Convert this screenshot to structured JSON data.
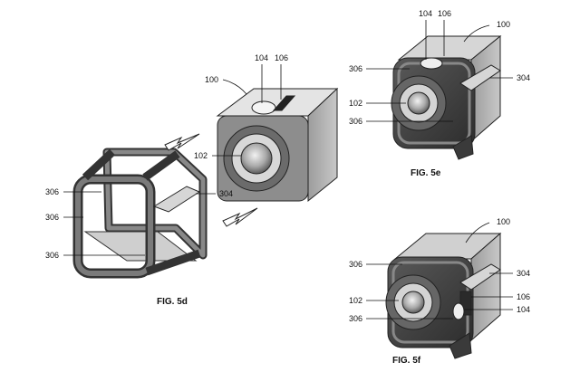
{
  "figures": {
    "fig_5d": "FIG. 5d",
    "fig_5e": "FIG. 5e",
    "fig_5f": "FIG. 5f"
  },
  "refs": {
    "r100": "100",
    "r102": "102",
    "r104": "104",
    "r106": "106",
    "r304": "304",
    "r306": "306"
  },
  "colors": {
    "line": "#111111",
    "dark": "#3a3a3a",
    "mid": "#7a7a7a",
    "light": "#bdbdbd",
    "pale": "#dcdcdc"
  }
}
